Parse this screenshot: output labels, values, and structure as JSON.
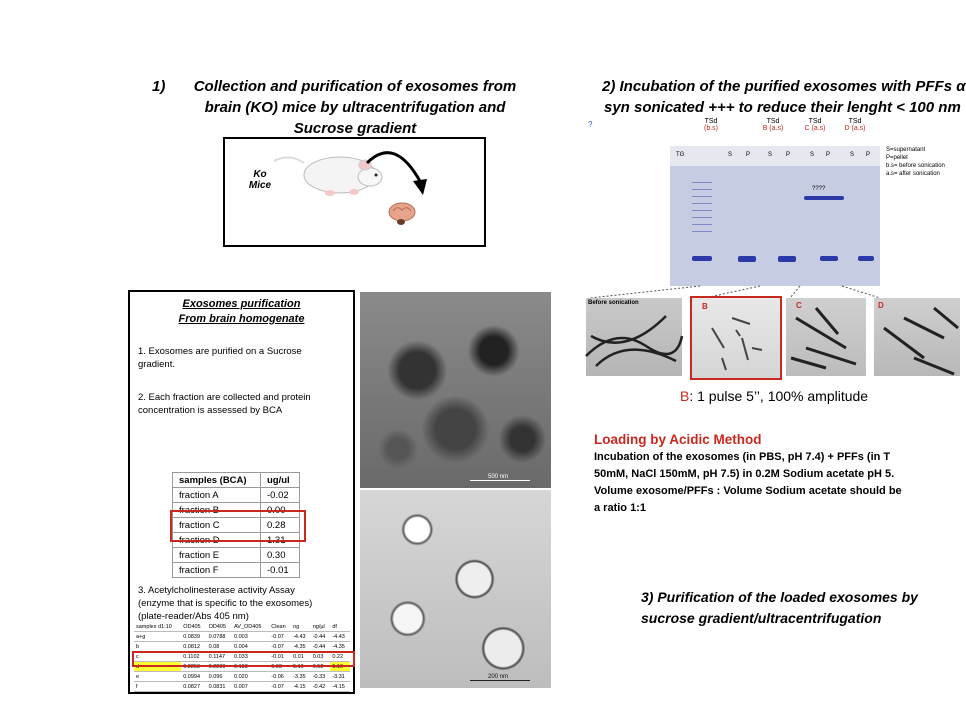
{
  "section1": {
    "number": "1)",
    "title_line1": "Collection and purification of exosomes from",
    "title_line2": "brain (KO) mice by ultracentrifugation and",
    "title_line3": "Sucrose gradient",
    "mice_label_1": "Ko",
    "mice_label_2": "Mice"
  },
  "purification_box": {
    "heading_1": "Exosomes purification",
    "heading_2": "From brain homogenate",
    "step1_1": "1. Exosomes are purified  on a Sucrose",
    "step1_2": "gradient.",
    "step2_1": "2. Each fraction are collected and protein",
    "step2_2": "concentration is assessed by BCA",
    "bca_header": [
      "samples (BCA)",
      "ug/ul"
    ],
    "bca_rows": [
      [
        "fraction A",
        "-0.02"
      ],
      [
        "fraction B",
        "0.00"
      ],
      [
        "fraction C",
        "0.28"
      ],
      [
        "fraction D",
        "1.31"
      ],
      [
        "fraction E",
        "0.30"
      ],
      [
        "fraction F",
        "-0.01"
      ]
    ],
    "step3_1": "3. Acetylcholinesterase activity Assay",
    "step3_2": "(enzyme that is specific to the exosomes)",
    "step3_3": "(plate-reader/Abs 405 nm)",
    "ache_header": [
      "samples d1:10",
      "OD405",
      "OD405",
      "AV_OD405",
      "Clean",
      "ng",
      "ng/µl",
      "df"
    ],
    "ache_rows": [
      [
        "a+g",
        "0.0839",
        "0.0788",
        "0.003",
        "-0.07",
        "-4.43",
        "-0.44",
        "-4.43"
      ],
      [
        "b",
        "0.0812",
        "0.08",
        "0.004",
        "-0.07",
        "-4.35",
        "-0.44",
        "-4.35"
      ],
      [
        "c",
        "0.1102",
        "0.1147",
        "0.033",
        "-0.01",
        "0.01",
        "0.03",
        "0.22"
      ],
      [
        "d",
        "0.2253",
        "0.2289",
        "0.153",
        "0.08",
        "5.19",
        "0.52",
        "5.19"
      ],
      [
        "e",
        "0.0994",
        "0.096",
        "0.020",
        "-0.06",
        "-3.35",
        "-0.33",
        "-3.31"
      ],
      [
        "f",
        "0.0827",
        "0.0831",
        "0.007",
        "-0.07",
        "-4.15",
        "-0.42",
        "-4.15"
      ]
    ]
  },
  "tem": {
    "scale_top": "500 nm",
    "scale_bottom": "200 nm"
  },
  "section2": {
    "title_line1": "2) Incubation of the purified exosomes with PFFs α",
    "title_line2": "syn sonicated +++ to reduce their lenght < 100 nm",
    "question_mark": "?",
    "gel_top_labels": [
      "TSd",
      "TSd",
      "TSd",
      "TSd"
    ],
    "gel_sub_labels": [
      "(b.s)",
      "B (a.s)",
      "C (a.s)",
      "D (a.s)"
    ],
    "gel_lane_labels": [
      "TG",
      "S",
      "P",
      "S",
      "P",
      "S",
      "P",
      "S",
      "P"
    ],
    "gel_unknown": "????",
    "legend": [
      "S=supernatant",
      "P=pellet",
      "b.s= before sonication",
      "a.s= after sonication"
    ],
    "tem_labels": [
      "Before sonication",
      "B",
      "C",
      "D"
    ],
    "pulse_letter": "B",
    "pulse_text": ": 1 pulse 5’’, 100% amplitude"
  },
  "loading": {
    "title": "Loading by Acidic Method",
    "line1": "Incubation of the exosomes (in PBS, pH 7.4) + PFFs (in T",
    "line2": "50mM, NaCl 150mM, pH 7.5) in 0.2M Sodium acetate pH 5.",
    "line3": "Volume exosome/PFFs : Volume Sodium acetate should be",
    "line4": "a ratio 1:1"
  },
  "section3": {
    "title_line1": "3) Purification of the loaded exosomes by",
    "title_line2": "sucrose gradient/ultracentrifugation"
  },
  "colors": {
    "highlight_red": "#c9281f",
    "highlight_yellow": "#ffff33",
    "gel_band": "#2b3aa8"
  }
}
